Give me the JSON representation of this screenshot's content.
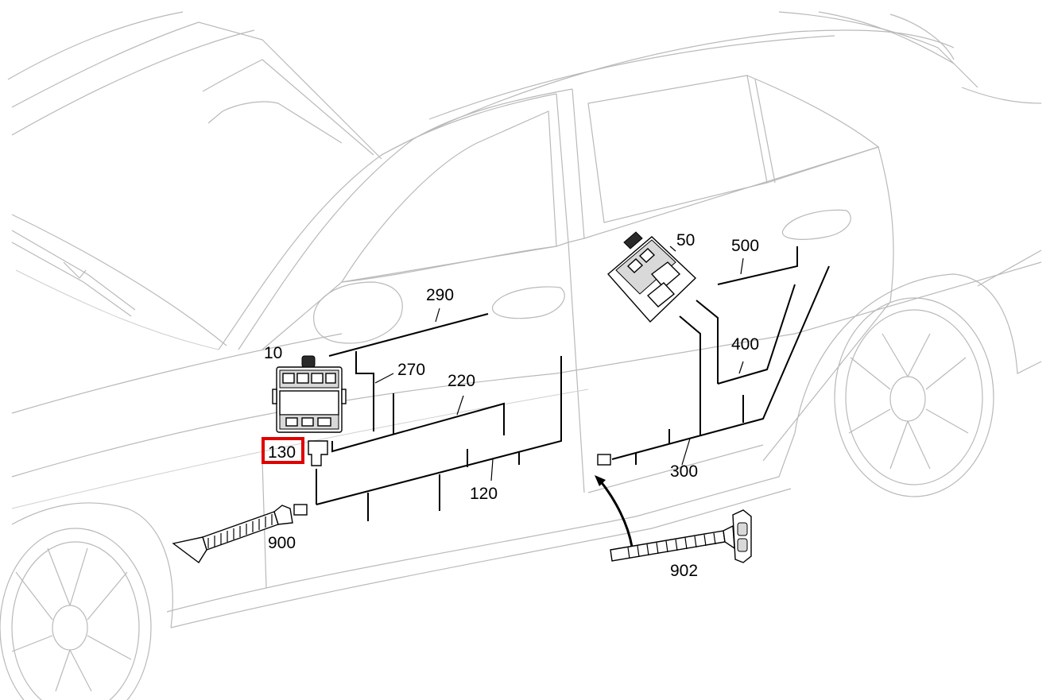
{
  "callouts": {
    "c10": "10",
    "c50": "50",
    "c120": "120",
    "c130": "130",
    "c220": "220",
    "c270": "270",
    "c290": "290",
    "c300": "300",
    "c400": "400",
    "c500": "500",
    "c900": "900",
    "c902": "902"
  },
  "highlight": {
    "callout": "130",
    "color": "#e00000"
  },
  "colors": {
    "body_lines": "#b9b9b9",
    "wires": "#000000",
    "background": "#ffffff"
  }
}
